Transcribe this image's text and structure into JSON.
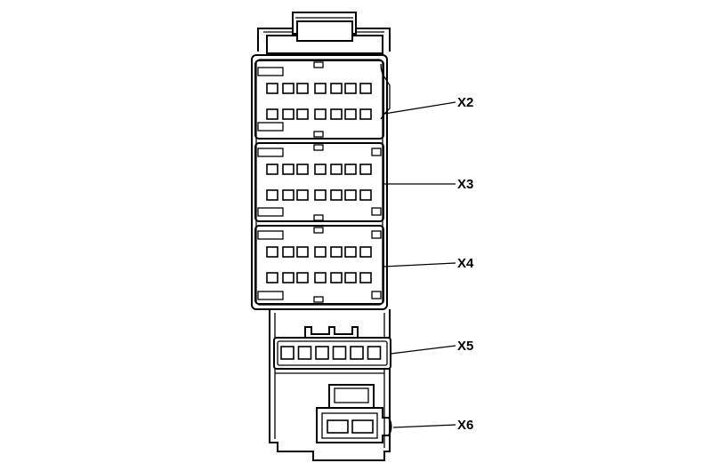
{
  "connectors": {
    "x2": {
      "label": "X2"
    },
    "x3": {
      "label": "X3"
    },
    "x4": {
      "label": "X4"
    },
    "x5": {
      "label": "X5"
    },
    "x6": {
      "label": "X6"
    }
  }
}
